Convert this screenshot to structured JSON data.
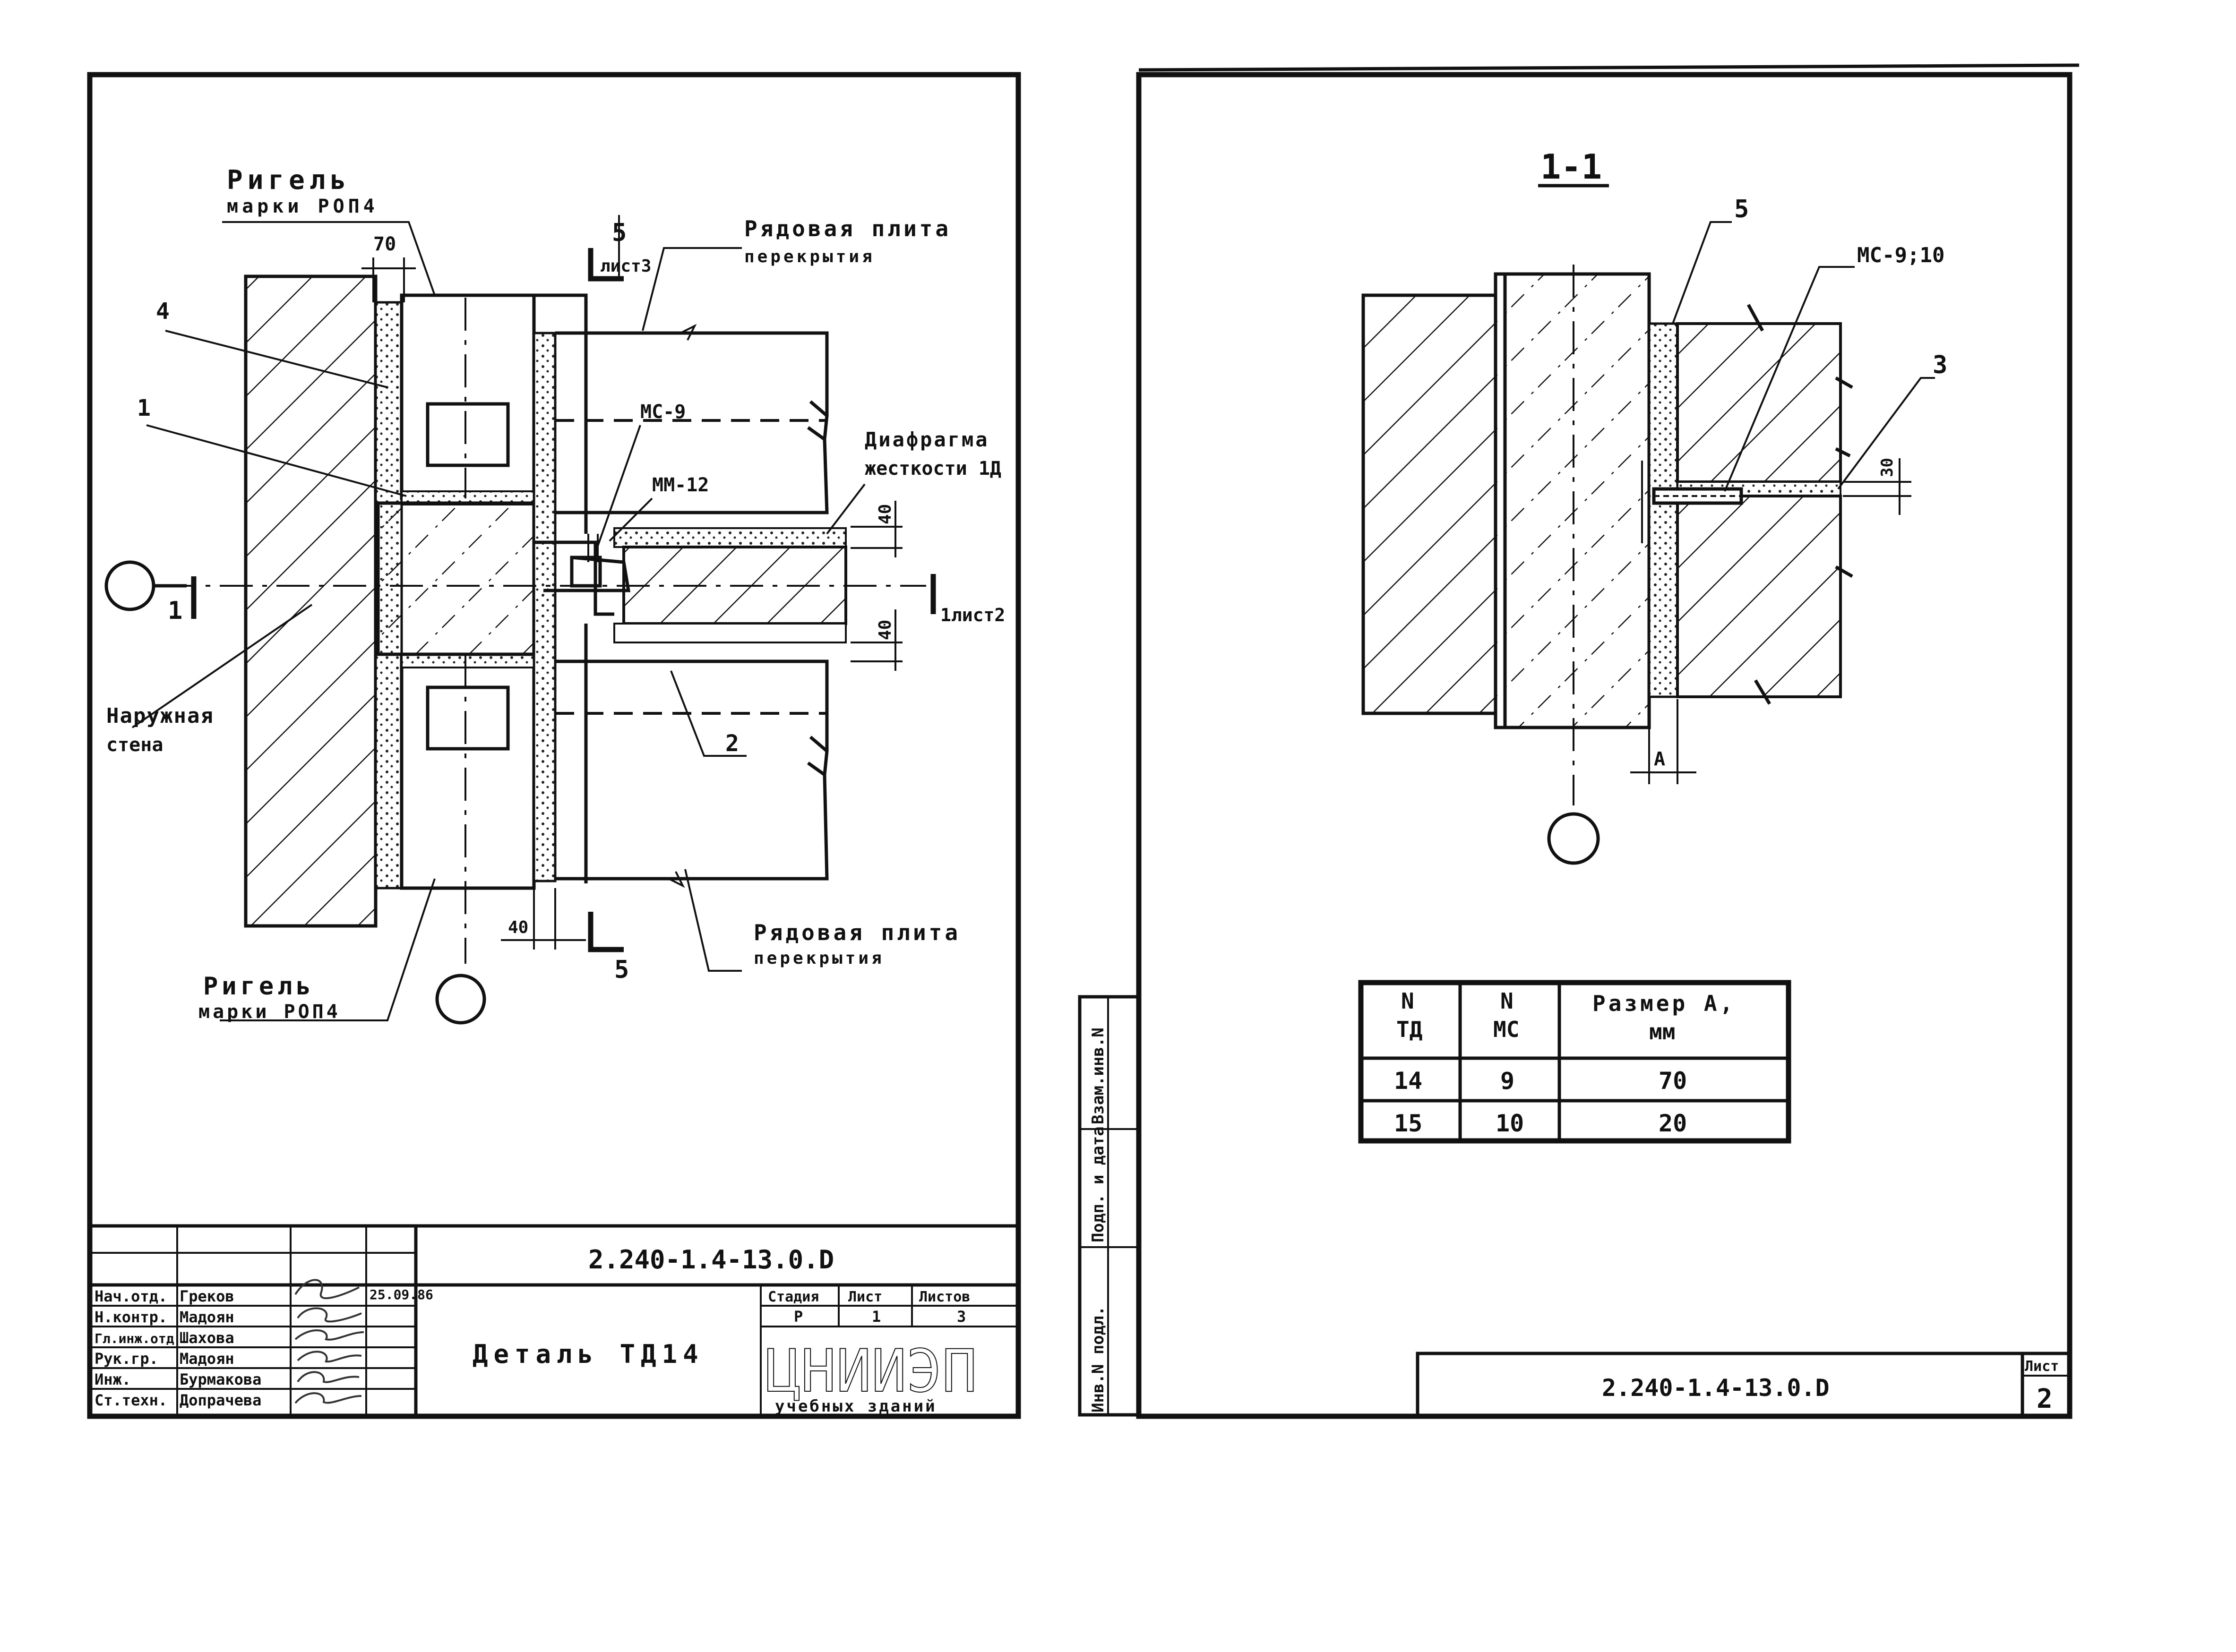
{
  "sheet1": {
    "labels": {
      "rigel_top_1": "Ригель",
      "rigel_top_2": "марки РОП4",
      "dim_70": "70",
      "section5_top_num": "5",
      "section5_top_sheet": "лист3",
      "plate_top_1": "Рядовая плита",
      "plate_top_2": "перекрытия",
      "callout_4": "4",
      "callout_1": "1",
      "mc9": "МС-9",
      "mm12": "ММ-12",
      "diaphragm_1": "Диафрагма",
      "diaphragm_2": "жесткости 1Д",
      "dim_40_top": "40",
      "dim_40_bottom": "40",
      "section1_left": "1",
      "section1_right": "1лист2",
      "wall_1": "Наружная",
      "wall_2": "стена",
      "callout_2": "2",
      "dim_40_left": "40",
      "section5_bottom_num": "5",
      "plate_bottom_1": "Рядовая плита",
      "plate_bottom_2": "перекрытия",
      "rigel_bottom_1": "Ригель",
      "rigel_bottom_2": "марки РОП4"
    },
    "title_block": {
      "code": "2.240-1.4-13.0.D",
      "title": "Деталь ТД14",
      "stage_header": "Стадия",
      "sheet_header": "Лист",
      "sheets_header": "Листов",
      "stage": "Р",
      "sheet_no": "1",
      "sheets_total": "3",
      "org_big": "ЦНИИЭП",
      "org_small": "учебных зданий",
      "date": "25.09.86",
      "rows": [
        {
          "role": "Нач.отд.",
          "name": "Греков"
        },
        {
          "role": "Н.контр.",
          "name": "Мадоян"
        },
        {
          "role": "Гл.инж.отд",
          "name": "Шахова"
        },
        {
          "role": "Рук.гр.",
          "name": "Мадоян"
        },
        {
          "role": "Инж.",
          "name": "Бурмакова"
        },
        {
          "role": "Ст.техн.",
          "name": "Допрачева"
        }
      ]
    }
  },
  "sheet2": {
    "section_title": "1-1",
    "callout_5": "5",
    "mc_label": "МС-9;10",
    "callout_3": "3",
    "dim_30": "30",
    "dim_a": "А",
    "table": {
      "headers": [
        [
          "N",
          "ТД"
        ],
        [
          "N",
          "МС"
        ],
        [
          "Размер А,",
          "мм"
        ]
      ],
      "rows": [
        [
          "14",
          "9",
          "70"
        ],
        [
          "15",
          "10",
          "20"
        ]
      ]
    },
    "stamp_side": [
      "Инв.N подл.",
      "Подп. и дата",
      "Взам.инв.N"
    ],
    "code": "2.240-1.4-13.0.D",
    "sheet_header": "Лист",
    "sheet_no": "2"
  }
}
